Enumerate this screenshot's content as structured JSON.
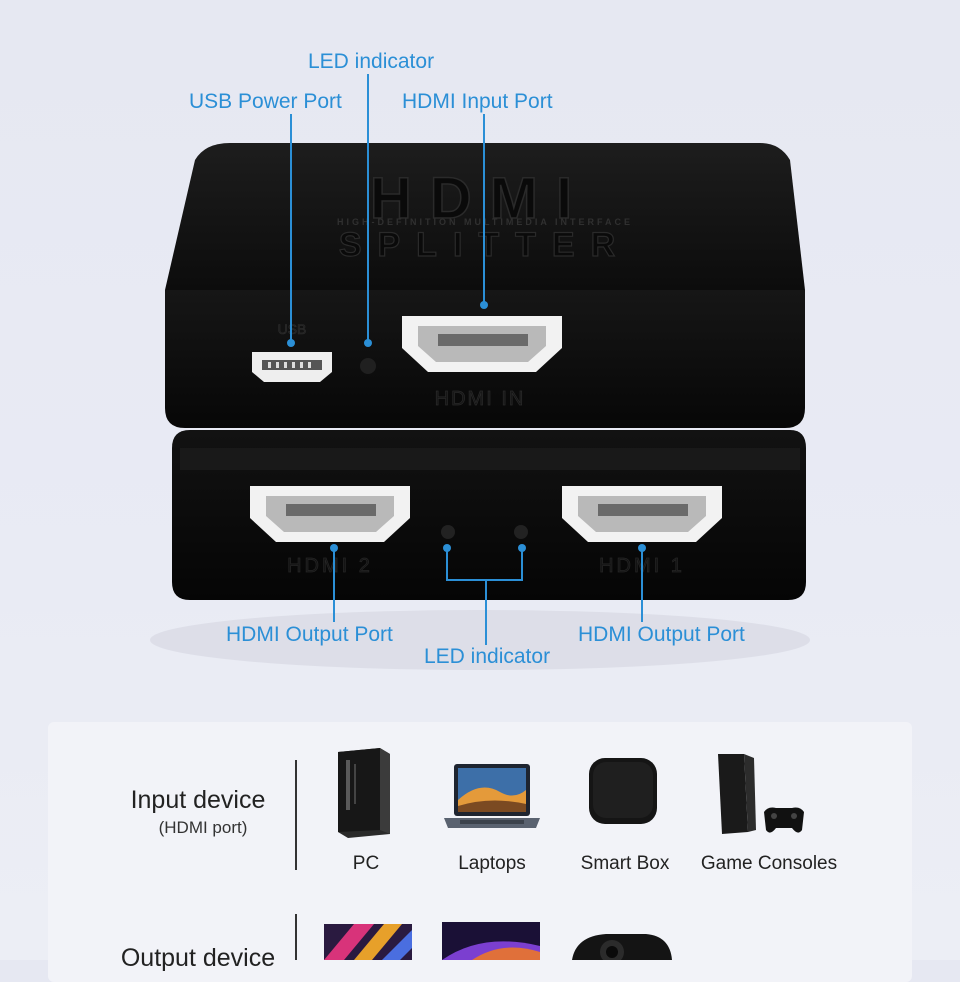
{
  "product": {
    "top_logo": "HDMI",
    "top_tagline": "HIGH-DEFINITION MULTIMEDIA INTERFACE",
    "top_title": "SPLITTER",
    "usb_silk": "USB",
    "hdmi_in_silk": "HDMI IN",
    "hdmi2_silk": "HDMI 2",
    "hdmi1_silk": "HDMI 1"
  },
  "callouts": {
    "led_top": "LED indicator",
    "usb_power": "USB Power Port",
    "hdmi_input": "HDMI Input Port",
    "hdmi_output_left": "HDMI Output Port",
    "hdmi_output_right": "HDMI Output Port",
    "led_bottom": "LED indicator"
  },
  "input_row": {
    "title": "Input device",
    "subtitle": "(HDMI port)",
    "devices": [
      {
        "label": "PC",
        "icon": "pc-tower-icon"
      },
      {
        "label": "Laptops",
        "icon": "laptop-icon"
      },
      {
        "label": "Smart Box",
        "icon": "smart-box-icon"
      },
      {
        "label": "Game Consoles",
        "icon": "game-console-icon"
      }
    ]
  },
  "output_row": {
    "title": "Output device"
  },
  "colors": {
    "callout_blue": "#2b8fd6",
    "device_black": "#141414"
  }
}
